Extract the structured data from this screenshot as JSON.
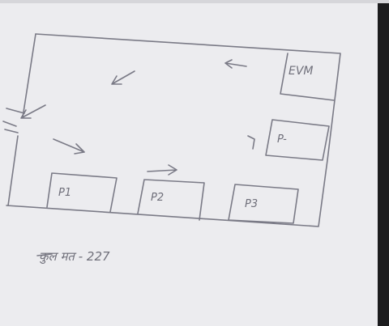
{
  "diagram": {
    "colors": {
      "paper": "#ececef",
      "ink": "#7a7a86",
      "frame": "#1c1c1e"
    },
    "boxes": [
      {
        "id": "evm",
        "label": "EVM"
      },
      {
        "id": "p-right",
        "label": "P-"
      },
      {
        "id": "p1",
        "label": "P1"
      },
      {
        "id": "p2",
        "label": "P2"
      },
      {
        "id": "p3",
        "label": "P3"
      }
    ],
    "caption": "कुल मत - 227"
  }
}
